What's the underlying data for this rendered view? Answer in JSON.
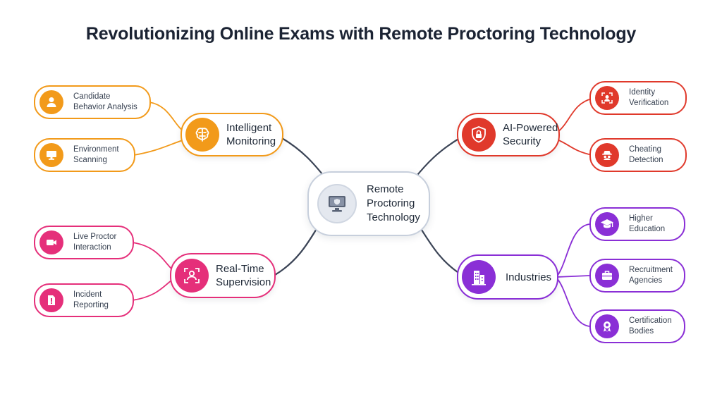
{
  "title": "Revolutionizing Online Exams with Remote Proctoring Technology",
  "center": {
    "label": "Remote Proctoring Technology",
    "icon": "monitor-shield-icon"
  },
  "branches": [
    {
      "key": "intelligent-monitoring",
      "label": "Intelligent Monitoring",
      "color": "#f29a1a",
      "icon": "brain-icon",
      "children": [
        {
          "label": "Candidate Behavior Analysis",
          "icon": "user-icon"
        },
        {
          "label": "Environment Scanning",
          "icon": "monitor-icon"
        }
      ]
    },
    {
      "key": "ai-powered-security",
      "label": "AI-Powered Security",
      "color": "#e0392b",
      "icon": "shield-lock-icon",
      "children": [
        {
          "label": "Identity Verification",
          "icon": "face-scan-icon"
        },
        {
          "label": "Cheating Detection",
          "icon": "spy-icon"
        }
      ]
    },
    {
      "key": "real-time-supervision",
      "label": "Real-Time Supervision",
      "color": "#e52f7a",
      "icon": "user-focus-icon",
      "children": [
        {
          "label": "Live Proctor Interaction",
          "icon": "video-camera-icon"
        },
        {
          "label": "Incident Reporting",
          "icon": "report-alert-icon"
        }
      ]
    },
    {
      "key": "industries",
      "label": "Industries",
      "color": "#8a2fd6",
      "icon": "buildings-icon",
      "children": [
        {
          "label": "Higher Education",
          "icon": "graduation-cap-icon"
        },
        {
          "label": "Recruitment Agencies",
          "icon": "briefcase-icon"
        },
        {
          "label": "Certification Bodies",
          "icon": "award-badge-icon"
        }
      ]
    }
  ]
}
